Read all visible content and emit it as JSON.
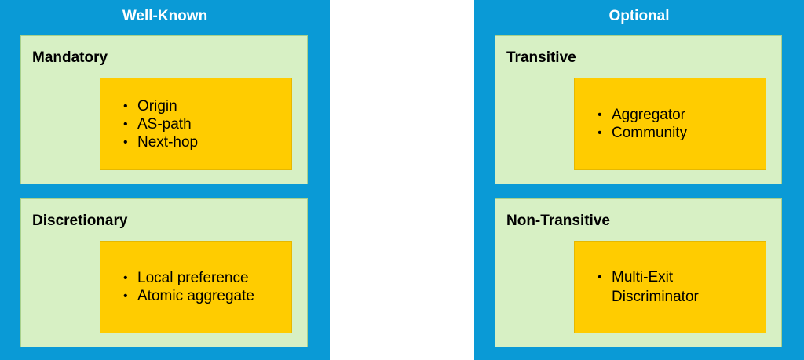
{
  "panels": [
    {
      "title": "Well-Known",
      "groups": [
        {
          "title": "Mandatory",
          "items": [
            "Origin",
            "AS-path",
            "Next-hop"
          ]
        },
        {
          "title": "Discretionary",
          "items": [
            "Local preference",
            "Atomic aggregate"
          ]
        }
      ]
    },
    {
      "title": "Optional",
      "groups": [
        {
          "title": "Transitive",
          "items": [
            "Aggregator",
            "Community"
          ]
        },
        {
          "title": "Non-Transitive",
          "items": [
            "Multi-Exit",
            "Discriminator"
          ]
        }
      ]
    }
  ],
  "colors": {
    "panel": "#0a9ad6",
    "group": "#d7f0c4",
    "attribute_box": "#ffcc00",
    "panel_title": "#ffffff"
  }
}
